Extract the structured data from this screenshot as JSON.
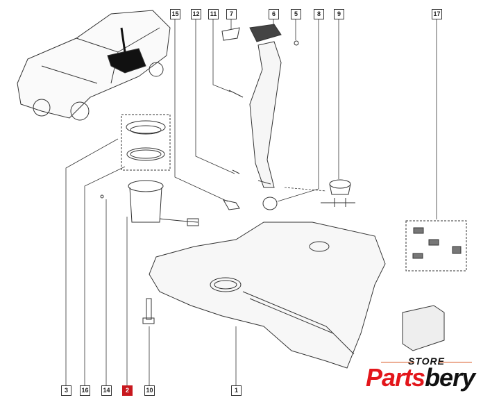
{
  "callouts": {
    "top": [
      "15",
      "12",
      "11",
      "7",
      "6",
      "5",
      "8",
      "9",
      "17"
    ],
    "bottom": [
      "3",
      "16",
      "14",
      "2",
      "10",
      "1"
    ],
    "highlighted": "2"
  },
  "logo": {
    "store": "STORE",
    "brand_red": "Parts",
    "brand_black": "bery"
  },
  "colors": {
    "highlight": "#c8181e",
    "brand_red": "#e3161b",
    "line": "#333333"
  }
}
